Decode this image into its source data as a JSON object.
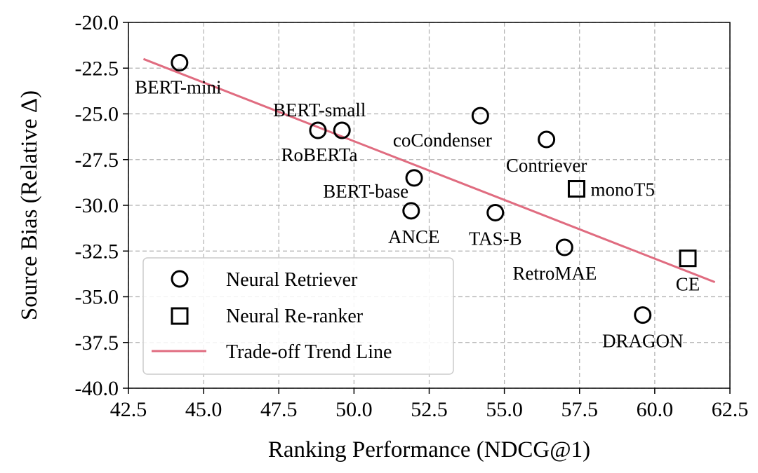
{
  "chart_data": {
    "type": "scatter",
    "xlabel": "Ranking Performance (NDCG@1)",
    "ylabel": "Source Bias (Relative Δ)",
    "xlim": [
      42.5,
      62.5
    ],
    "ylim": [
      -40.0,
      -20.0
    ],
    "xticks": [
      "42.5",
      "45.0",
      "47.5",
      "50.0",
      "52.5",
      "55.0",
      "57.5",
      "60.0",
      "62.5"
    ],
    "yticks": [
      "-20.0",
      "-22.5",
      "-25.0",
      "-27.5",
      "-30.0",
      "-32.5",
      "-35.0",
      "-37.5",
      "-40.0"
    ],
    "grid": true,
    "legend_position": "bottom-left",
    "series": [
      {
        "name": "Neural Retriever",
        "marker": "circle",
        "points": [
          {
            "label": "BERT-mini",
            "x": 44.2,
            "y": -22.2
          },
          {
            "label": "BERT-small",
            "x": 49.6,
            "y": -25.9
          },
          {
            "label": "RoBERTa",
            "x": 48.8,
            "y": -25.9
          },
          {
            "label": "BERT-base",
            "x": 52.0,
            "y": -28.5
          },
          {
            "label": "ANCE",
            "x": 51.9,
            "y": -30.3
          },
          {
            "label": "coCondenser",
            "x": 54.2,
            "y": -25.1
          },
          {
            "label": "TAS-B",
            "x": 54.7,
            "y": -30.4
          },
          {
            "label": "Contriever",
            "x": 56.4,
            "y": -26.4
          },
          {
            "label": "RetroMAE",
            "x": 57.0,
            "y": -32.3
          },
          {
            "label": "DRAGON",
            "x": 59.6,
            "y": -36.0
          }
        ]
      },
      {
        "name": "Neural Re-ranker",
        "marker": "square",
        "points": [
          {
            "label": "monoT5",
            "x": 57.4,
            "y": -29.1
          },
          {
            "label": "CE",
            "x": 61.1,
            "y": -32.9
          }
        ]
      }
    ],
    "trend_line": {
      "name": "Trade-off Trend Line",
      "color": "#e06c80",
      "x": [
        43.0,
        62.0
      ],
      "y": [
        -22.0,
        -34.2
      ]
    }
  }
}
